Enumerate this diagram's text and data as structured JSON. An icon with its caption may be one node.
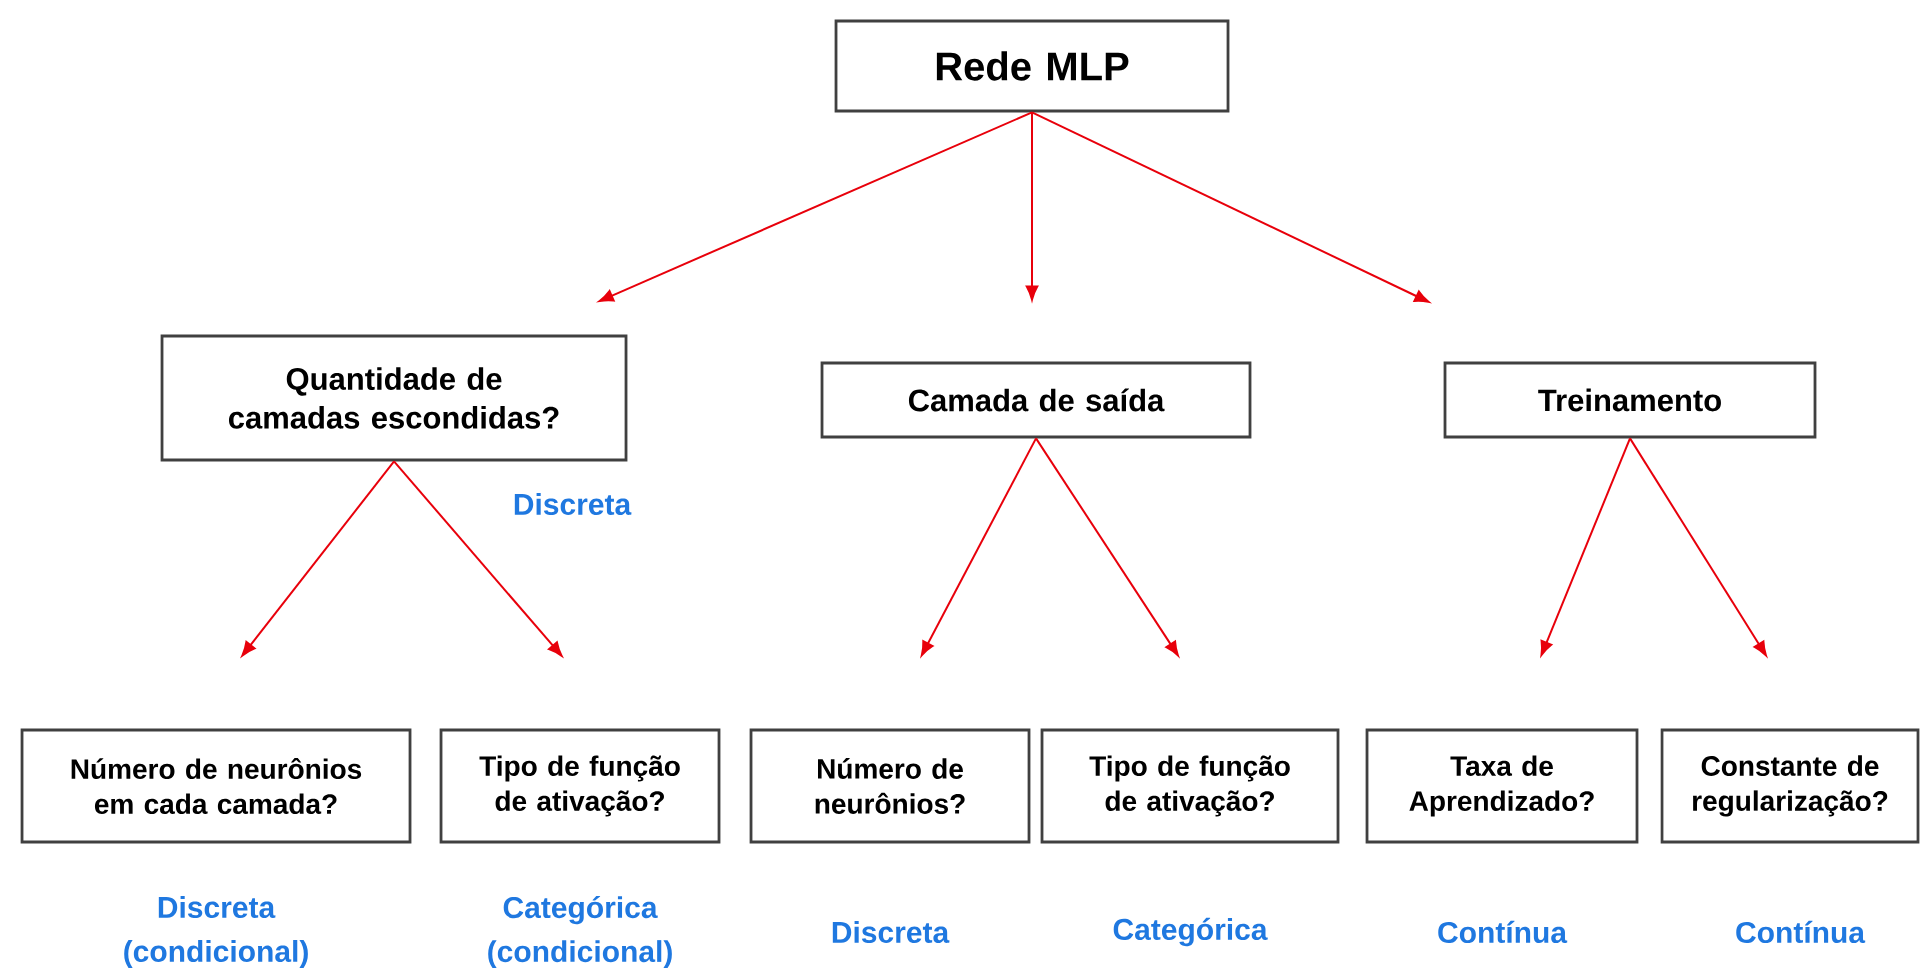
{
  "diagram": {
    "nodes": [
      {
        "text": [
          "Rede MLP"
        ]
      },
      {
        "text": [
          "Quantidade de camadas escondidas?"
        ],
        "beside": [
          "Discreta"
        ]
      },
      {
        "text": [
          "Camada de saída"
        ]
      },
      {
        "text": [
          "Treinamento"
        ]
      },
      {
        "text": [
          "Número de neurônios em cada camada?"
        ],
        "beside": [
          "Discreta (condicional)"
        ]
      },
      {
        "text": [
          "Tipo de função de ativação?"
        ],
        "beside": [
          "Categórica (condicional)"
        ]
      },
      {
        "text": [
          "Número de neurônios?"
        ],
        "beside": [
          "Discreta"
        ]
      },
      {
        "text": [
          "Tipo de função de ativação?"
        ],
        "beside": [
          "Categórica"
        ]
      },
      {
        "text": [
          "Taxa de Aprendizado?"
        ],
        "beside": [
          "Contínua"
        ]
      },
      {
        "text": [
          "Constante de regularização?"
        ],
        "beside": [
          "Contínua"
        ]
      }
    ],
    "edges": [
      {
        "from": 0,
        "to": 1,
        "arrow": "to"
      },
      {
        "from": 0,
        "to": 2,
        "arrow": "to"
      },
      {
        "from": 0,
        "to": 3,
        "arrow": "to"
      },
      {
        "from": 1,
        "to": 4,
        "arrow": "to"
      },
      {
        "from": 1,
        "to": 5,
        "arrow": "to"
      },
      {
        "from": 2,
        "to": 6,
        "arrow": "to"
      },
      {
        "from": 2,
        "to": 7,
        "arrow": "to"
      },
      {
        "from": 3,
        "to": 8,
        "arrow": "to"
      },
      {
        "from": 3,
        "to": 9,
        "arrow": "to"
      }
    ]
  }
}
